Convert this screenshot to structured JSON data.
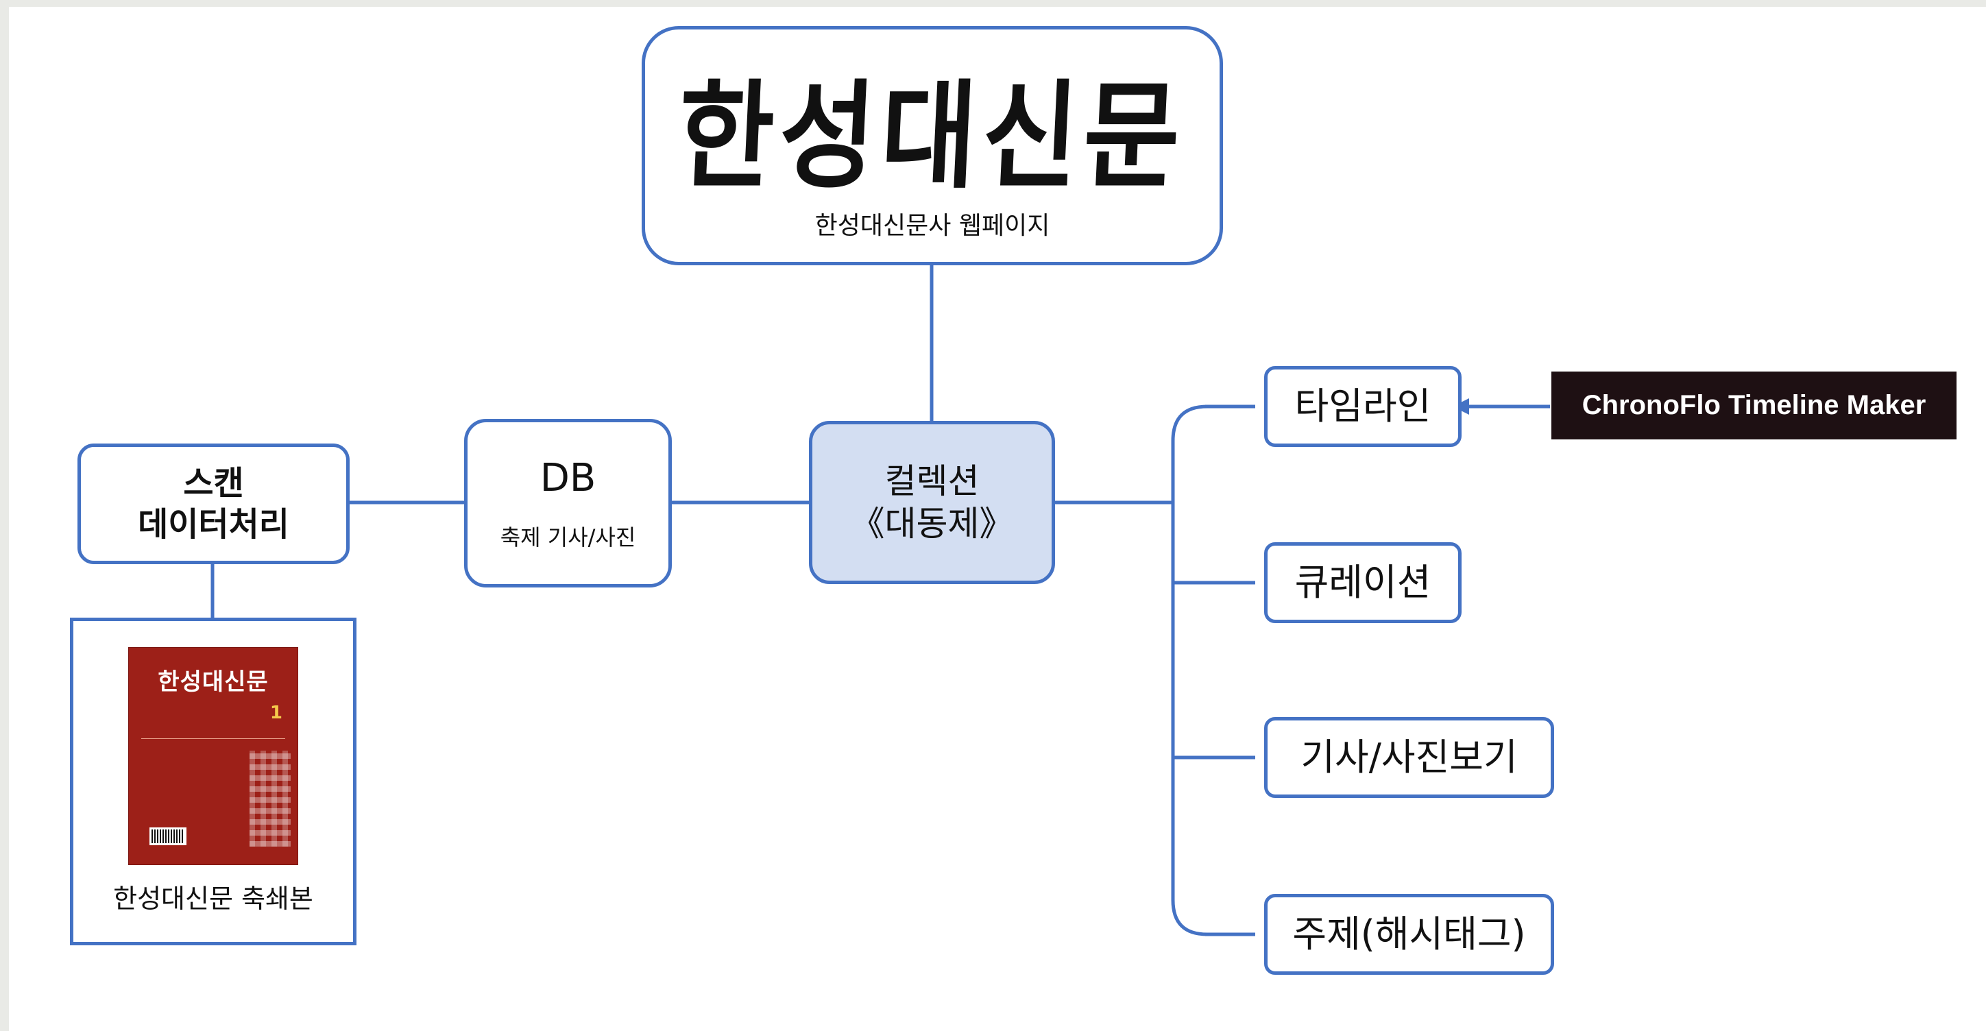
{
  "title_node": {
    "logo_text": "한성대신문",
    "subtitle": "한성대신문사 웹페이지"
  },
  "center_node": {
    "line1": "컬렉션",
    "line2": "《대동제》"
  },
  "db_node": {
    "title": "DB",
    "subtitle": "축제 기사/사진"
  },
  "scan_node": {
    "line1": "스캔",
    "line2": "데이터처리"
  },
  "archive_node": {
    "caption": "한성대신문 축쇄본",
    "book_title": "한성대신문",
    "book_volume": "1"
  },
  "features": [
    {
      "label": "타임라인"
    },
    {
      "label": "큐레이션"
    },
    {
      "label": "기사/사진보기"
    },
    {
      "label": "주제(해시태그)"
    }
  ],
  "external_tool": {
    "label": "ChronoFlo Timeline Maker"
  },
  "colors": {
    "line": "#4472c4",
    "center_fill": "#d3def2",
    "tag_bg": "#1e1013",
    "book_cover": "#9d2018"
  },
  "icons": {
    "book_cover": "book-cover-image",
    "arrow": "arrow-left-icon"
  }
}
